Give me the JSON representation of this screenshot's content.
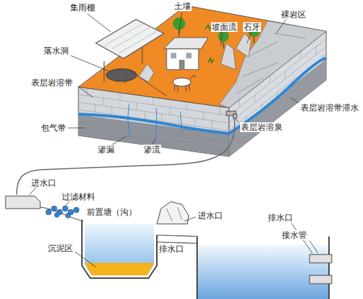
{
  "diagram": {
    "labels": [
      "集雨棚",
      "土壤",
      "坡面流",
      "石牙",
      "裸岩区",
      "落水洞",
      "表层岩溶带",
      "表层岩溶带滞水",
      "包气带",
      "表层岩溶泉",
      "渗漏",
      "渗流",
      "进水口",
      "过滤材料",
      "前置塘（沟）",
      "进水口",
      "沉泥区",
      "排水口",
      "排水口",
      "接水管"
    ]
  }
}
